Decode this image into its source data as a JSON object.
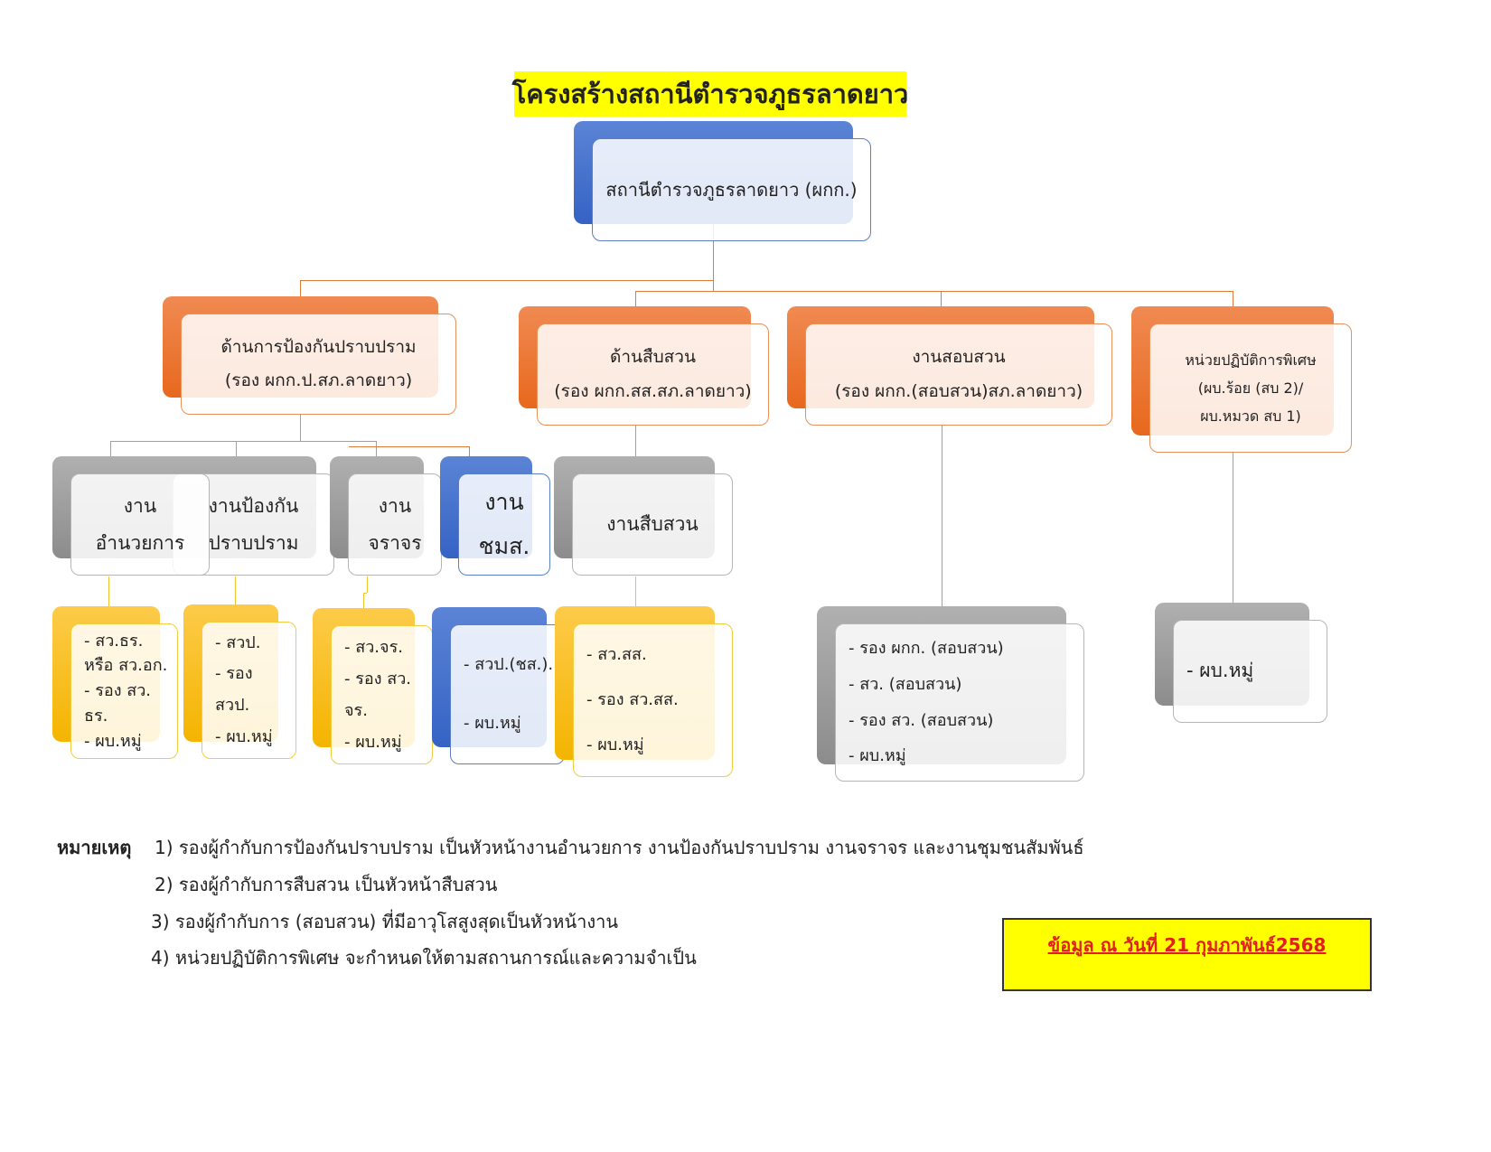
{
  "title": "โครงสร้างสถานีตำรวจภูธรลาดยาว",
  "nodes": [
    {
      "id": "top",
      "lines": [
        "สถานีตำรวจภูธรลาดยาว (ผกก.)"
      ]
    },
    {
      "id": "prevention",
      "lines": [
        "ด้านการป้องกันปราบปราม",
        "(รอง ผกก.ป.สภ.ลาดยาว)"
      ]
    },
    {
      "id": "investigation",
      "lines": [
        "ด้านสืบสวน",
        "(รอง ผกก.สส.สภ.ลาดยาว)"
      ]
    },
    {
      "id": "inquiry",
      "lines": [
        "งานสอบสวน",
        "(รอง ผกก.(สอบสวน)สภ.ลาดยาว)"
      ]
    },
    {
      "id": "special",
      "lines": [
        "หน่วยปฏิบัติการพิเศษ",
        "(ผบ.ร้อย (สบ 2)/",
        "ผบ.หมวด สบ 1)"
      ]
    },
    {
      "id": "admin",
      "lines": [
        "งาน",
        "อำนวยการ"
      ]
    },
    {
      "id": "crime-prevention",
      "lines": [
        "งานป้องกัน",
        "ปราบปราม"
      ]
    },
    {
      "id": "traffic",
      "lines": [
        "งาน",
        "จราจร"
      ]
    },
    {
      "id": "community",
      "lines": [
        "งาน",
        "ชมส."
      ]
    },
    {
      "id": "investigation-work",
      "lines": [
        "งานสืบสวน"
      ]
    },
    {
      "id": "admin-staff",
      "lines": [
        "- สว.ธร.",
        "หรือ สว.อก.",
        "- รอง สว.",
        "ธร.",
        "- ผบ.หมู่"
      ]
    },
    {
      "id": "prevention-staff",
      "lines": [
        "- สวป.",
        "- รอง",
        "สวป.",
        "- ผบ.หมู่"
      ]
    },
    {
      "id": "traffic-staff",
      "lines": [
        "- สว.จร.",
        "- รอง สว.",
        "จร.",
        "- ผบ.หมู่"
      ]
    },
    {
      "id": "community-staff",
      "lines": [
        "- สวป.(ชส.).",
        "- ผบ.หมู่"
      ]
    },
    {
      "id": "investigation-staff",
      "lines": [
        "- สว.สส.",
        "- รอง สว.สส.",
        "- ผบ.หมู่"
      ]
    },
    {
      "id": "inquiry-staff",
      "lines": [
        "- รอง ผกก. (สอบสวน)",
        "- สว. (สอบสวน)",
        "- รอง สว. (สอบสวน)",
        "- ผบ.หมู่"
      ]
    },
    {
      "id": "special-staff",
      "lines": [
        "- ผบ.หมู่"
      ]
    }
  ],
  "notes": {
    "label": "หมายเหตุ",
    "items": [
      "1) รองผู้กำกับการป้องกันปราบปราม เป็นหัวหน้างานอำนวยการ งานป้องกันปราบปราม งานจราจร และงานชุมชนสัมพันธ์",
      "2) รองผู้กำกับการสืบสวน เป็นหัวหน้าสืบสวน",
      "3) รองผู้กำกับการ (สอบสวน) ที่มีอาวุโสสูงสุดเป็นหัวหน้างาน",
      "4) หน่วยปฏิบัติการพิเศษ จะกำหนดให้ตามสถานการณ์และความจำเป็น"
    ]
  },
  "date_label": "ข้อมูล ณ วันที่ 21 กุมภาพันธ์2568",
  "colors": {
    "blue": "#4472c4",
    "orange": "#ed7d31",
    "gray": "#a5a5a5",
    "yellow": "#ffc000",
    "title_bg": "#ffff00",
    "date_text": "#e0201c"
  }
}
